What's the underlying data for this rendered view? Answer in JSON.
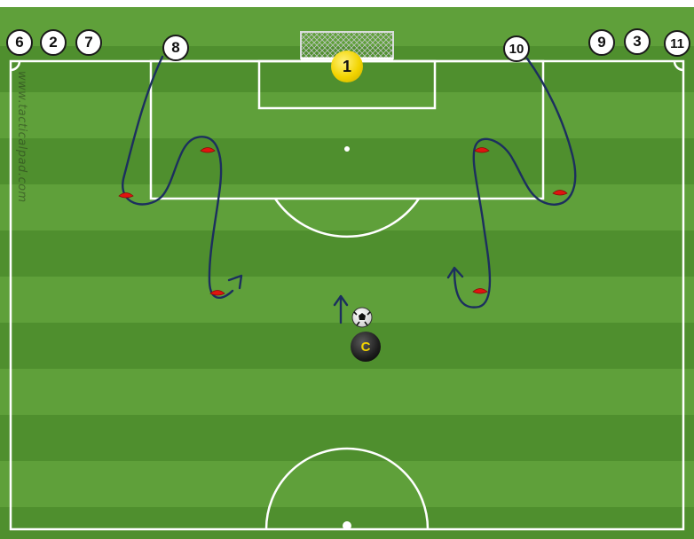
{
  "watermark": "www.tacticalpad.com",
  "goalkeeper": {
    "number": "1"
  },
  "coach": {
    "label": "C"
  },
  "players": {
    "p6": "6",
    "p2": "2",
    "p7": "7",
    "p8": "8",
    "p10": "10",
    "p9": "9",
    "p3": "3",
    "p11": "11"
  },
  "colors": {
    "grass_light": "#5fa03a",
    "grass_dark": "#4f8f2e",
    "lines": "#ffffff",
    "run_path": "#1c2f5e",
    "cone": "#e0140f",
    "keeper": "#f2d400",
    "coach": "#1d1d1d"
  }
}
